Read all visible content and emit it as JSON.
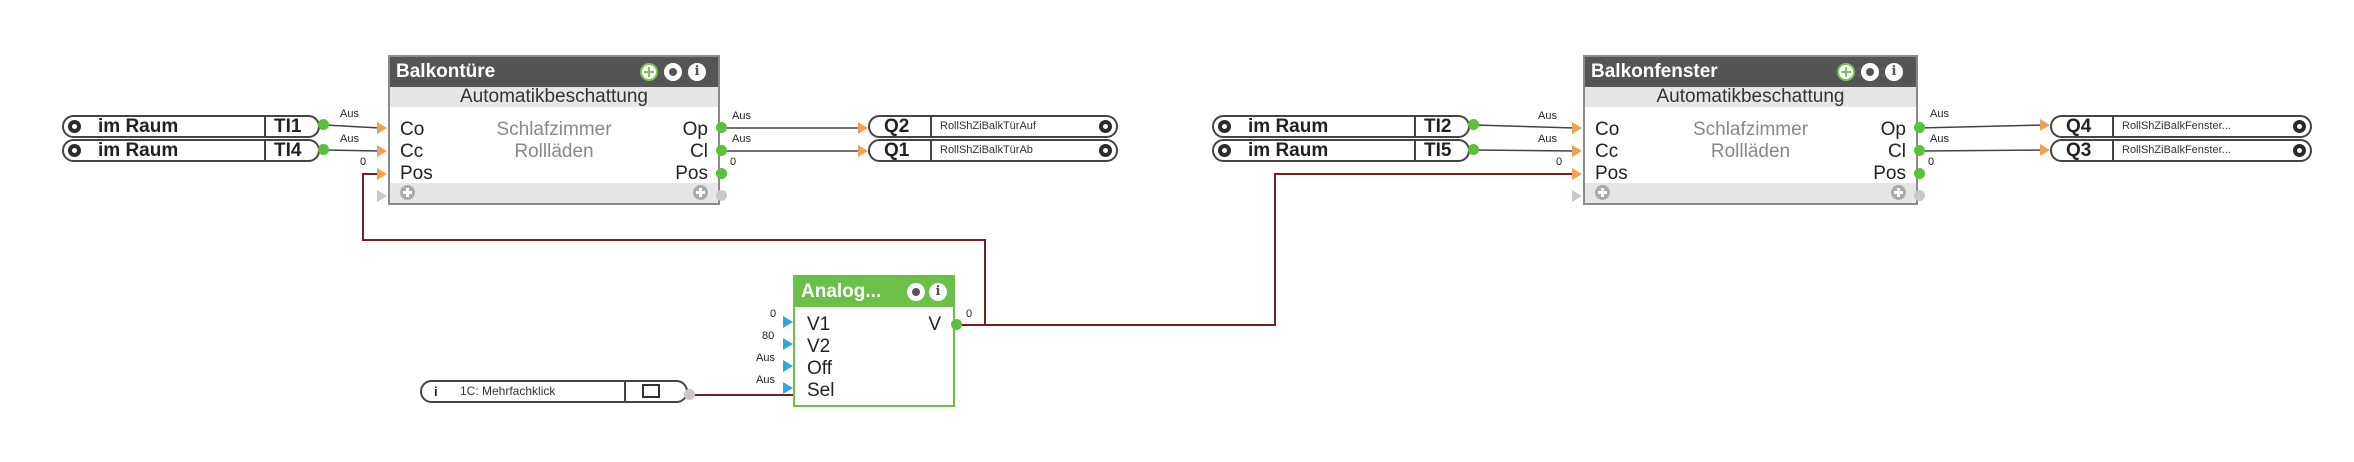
{
  "inputs": [
    {
      "label": "im Raum",
      "addr": "TI1"
    },
    {
      "label": "im Raum",
      "addr": "TI4"
    },
    {
      "label": "im Raum",
      "addr": "TI2"
    },
    {
      "label": "im Raum",
      "addr": "TI5"
    }
  ],
  "outputs": [
    {
      "addr": "Q2",
      "name": "RollShZiBalkTürAuf"
    },
    {
      "addr": "Q1",
      "name": "RollShZiBalkTürAb"
    },
    {
      "addr": "Q4",
      "name": "RollShZiBalkFenster..."
    },
    {
      "addr": "Q3",
      "name": "RollShZiBalkFenster..."
    }
  ],
  "blocks": [
    {
      "title": "Balkontüre",
      "subtitle": "Automatikbeschattung",
      "room": "Schlafzimmer",
      "kind": "Rollläden",
      "inputs": [
        "Co",
        "Cc",
        "Pos"
      ],
      "outputs": [
        "Op",
        "Cl",
        "Pos"
      ]
    },
    {
      "title": "Balkonfenster",
      "subtitle": "Automatikbeschattung",
      "room": "Schlafzimmer",
      "kind": "Rollläden",
      "inputs": [
        "Co",
        "Cc",
        "Pos"
      ],
      "outputs": [
        "Op",
        "Cl",
        "Pos"
      ]
    }
  ],
  "analog": {
    "title": "Analog...",
    "inputs": [
      "V1",
      "V2",
      "Off",
      "Sel"
    ],
    "output": "V"
  },
  "trigger": {
    "info_glyph": "i",
    "label": "1C: Mehrfachklick"
  },
  "wire_labels": {
    "aus": "Aus",
    "zero": "0",
    "v2_value": "80"
  },
  "colors": {
    "block_header": "#555555",
    "analog_header": "#6cc04a",
    "wire": "#7a1f1f",
    "connector_out": "#59c13b",
    "connector_in": "#f0a14d",
    "connector_analog_in": "#2ea9dd"
  }
}
